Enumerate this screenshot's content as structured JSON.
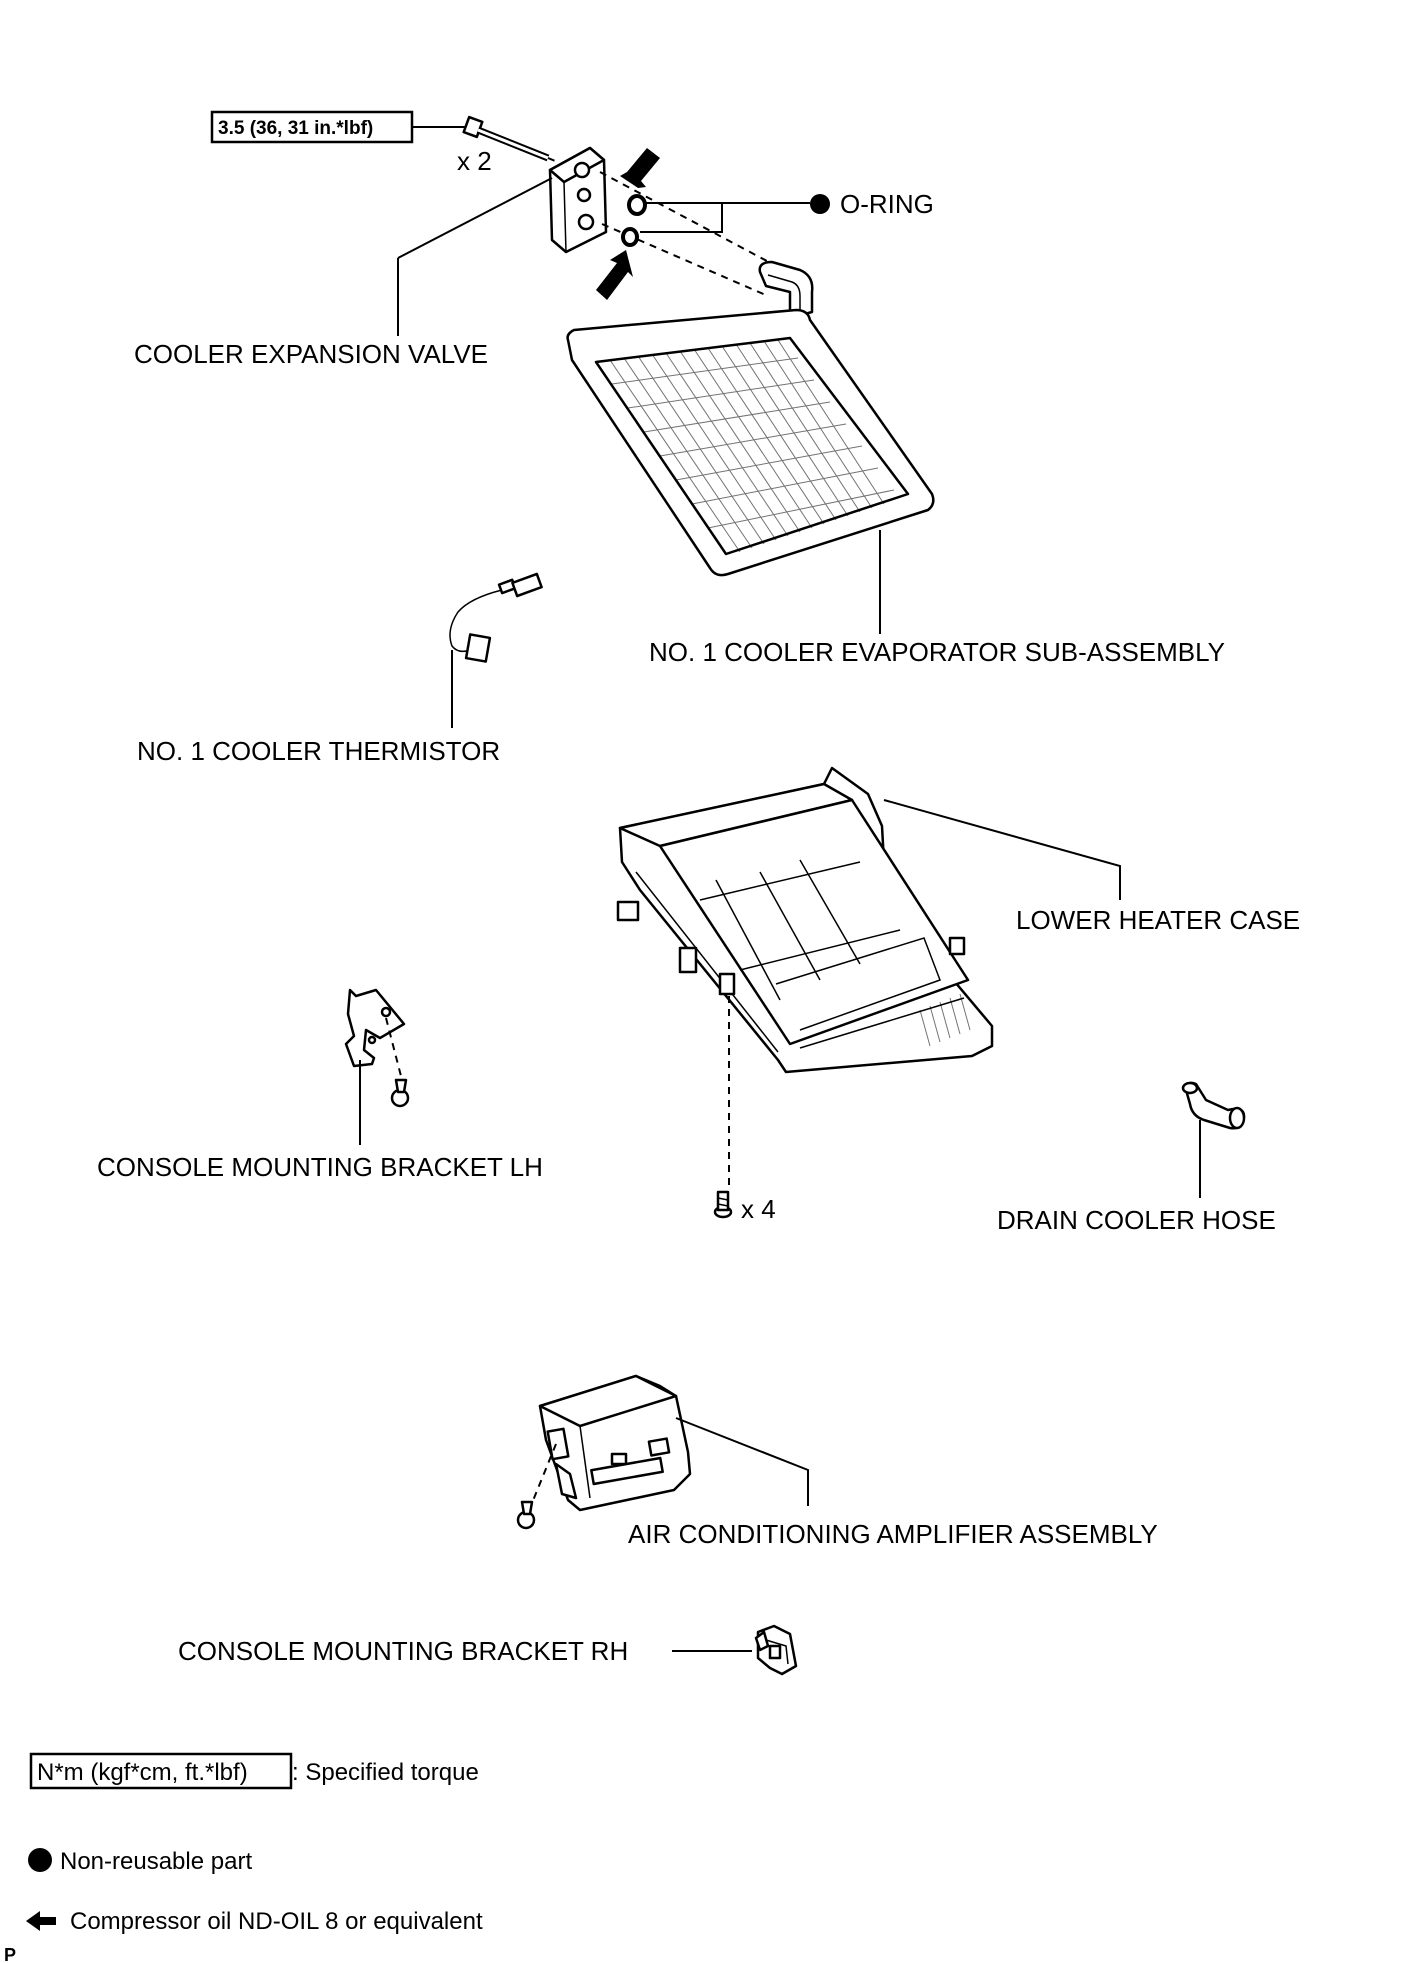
{
  "parts": {
    "torque_spec": "3.5 (36, 31 in.*lbf)",
    "bolt_qty": "x 2",
    "o_ring": "O-RING",
    "cooler_expansion_valve": "COOLER EXPANSION VALVE",
    "evaporator": "NO. 1 COOLER EVAPORATOR SUB-ASSEMBLY",
    "thermistor": "NO. 1 COOLER THERMISTOR",
    "lower_heater_case": "LOWER HEATER CASE",
    "bracket_lh": "CONSOLE MOUNTING BRACKET LH",
    "screw_qty": "x 4",
    "drain_hose": "DRAIN COOLER HOSE",
    "amplifier": "AIR CONDITIONING AMPLIFIER ASSEMBLY",
    "bracket_rh": "CONSOLE MOUNTING BRACKET RH"
  },
  "legend": {
    "torque_box": "N*m (kgf*cm, ft.*lbf)",
    "torque_desc": ": Specified torque",
    "non_reusable": "Non-reusable part",
    "compressor_oil": "Compressor oil ND-OIL 8 or equivalent"
  },
  "footer": {
    "code": "P"
  }
}
